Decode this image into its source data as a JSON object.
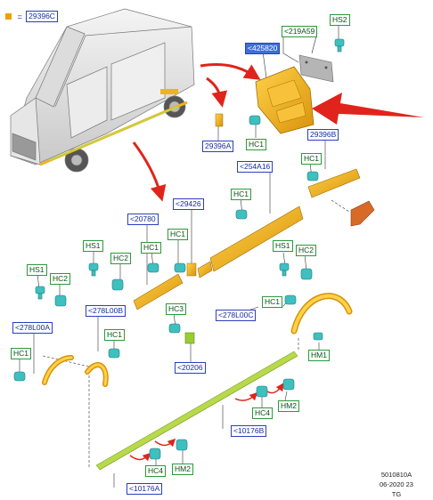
{
  "legend": {
    "marker_color": "#f0a000",
    "prefix": "=",
    "code": "29396C"
  },
  "labels": {
    "c219a59": "<219A59",
    "hs2_top": "HS2",
    "c425820": "<425820",
    "c29396a": "29396A",
    "hc1_a": "HC1",
    "c29396b": "29396B",
    "hc1_b": "HC1",
    "c254a16": "<254A16",
    "hc1_c": "HC1",
    "c20780": "<20780",
    "c29426": "<29426",
    "hs1_a": "HS1",
    "hc1_d": "HC1",
    "hc1_e": "HC1",
    "hc2_a": "HC2",
    "hs1_b": "HS1",
    "hc2_b": "HC2",
    "hs1_c": "HS1",
    "hc2_c": "HC2",
    "c278l00b": "<278L00B",
    "hc3": "HC3",
    "hc1_f": "HC1",
    "c278l00c": "<278L00C",
    "c278l00a": "<278L00A",
    "hc1_g": "HC1",
    "hc1_h": "HC1",
    "c20206": "<20206",
    "hm1": "HM1",
    "hc4_a": "HC4",
    "hm2_a": "HM2",
    "c10176b": "<10176B",
    "hc4_b": "HC4",
    "hm2_b": "HM2",
    "c10176a": "<10176A"
  },
  "footer": {
    "line1": "5010810A",
    "line2": "06-2020 23",
    "line3": "TG"
  },
  "colors": {
    "part": "#f2b21e",
    "clip": "#3fbfbe",
    "arrow": "#e0241c",
    "rail": "#9acd32",
    "label_blue": "#2a3fc0",
    "label_green": "#2b9a3a"
  }
}
